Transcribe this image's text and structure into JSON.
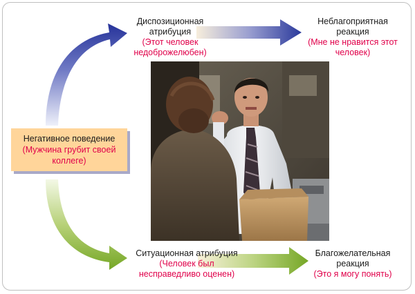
{
  "behavior": {
    "title": "Негативное поведение",
    "detail_line1": "(Мужчина грубит своей",
    "detail_line2": "коллеге)"
  },
  "dispositional": {
    "title_line1": "Диспозиционная",
    "title_line2": "атрибуция",
    "detail_line1": "(Этот человек",
    "detail_line2": "недоброжелюбен)"
  },
  "unfavorable": {
    "title_line1": "Неблагоприятная",
    "title_line2": "реакция",
    "detail_line1": "(Мне не нравится этот",
    "detail_line2": "человек)"
  },
  "situational": {
    "title": "Ситуационная атрибуция",
    "detail_line1": "(Человек был",
    "detail_line2": "несправедливо оценен)"
  },
  "favorable": {
    "title_line1": "Благожелательная",
    "title_line2": "реакция",
    "detail": "(Это я могу понять)"
  },
  "colors": {
    "accent_text": "#e0004a",
    "box_fill": "#ffd59a",
    "upper_arrow": "#2b3a9c",
    "lower_arrow": "#7fae2a"
  }
}
